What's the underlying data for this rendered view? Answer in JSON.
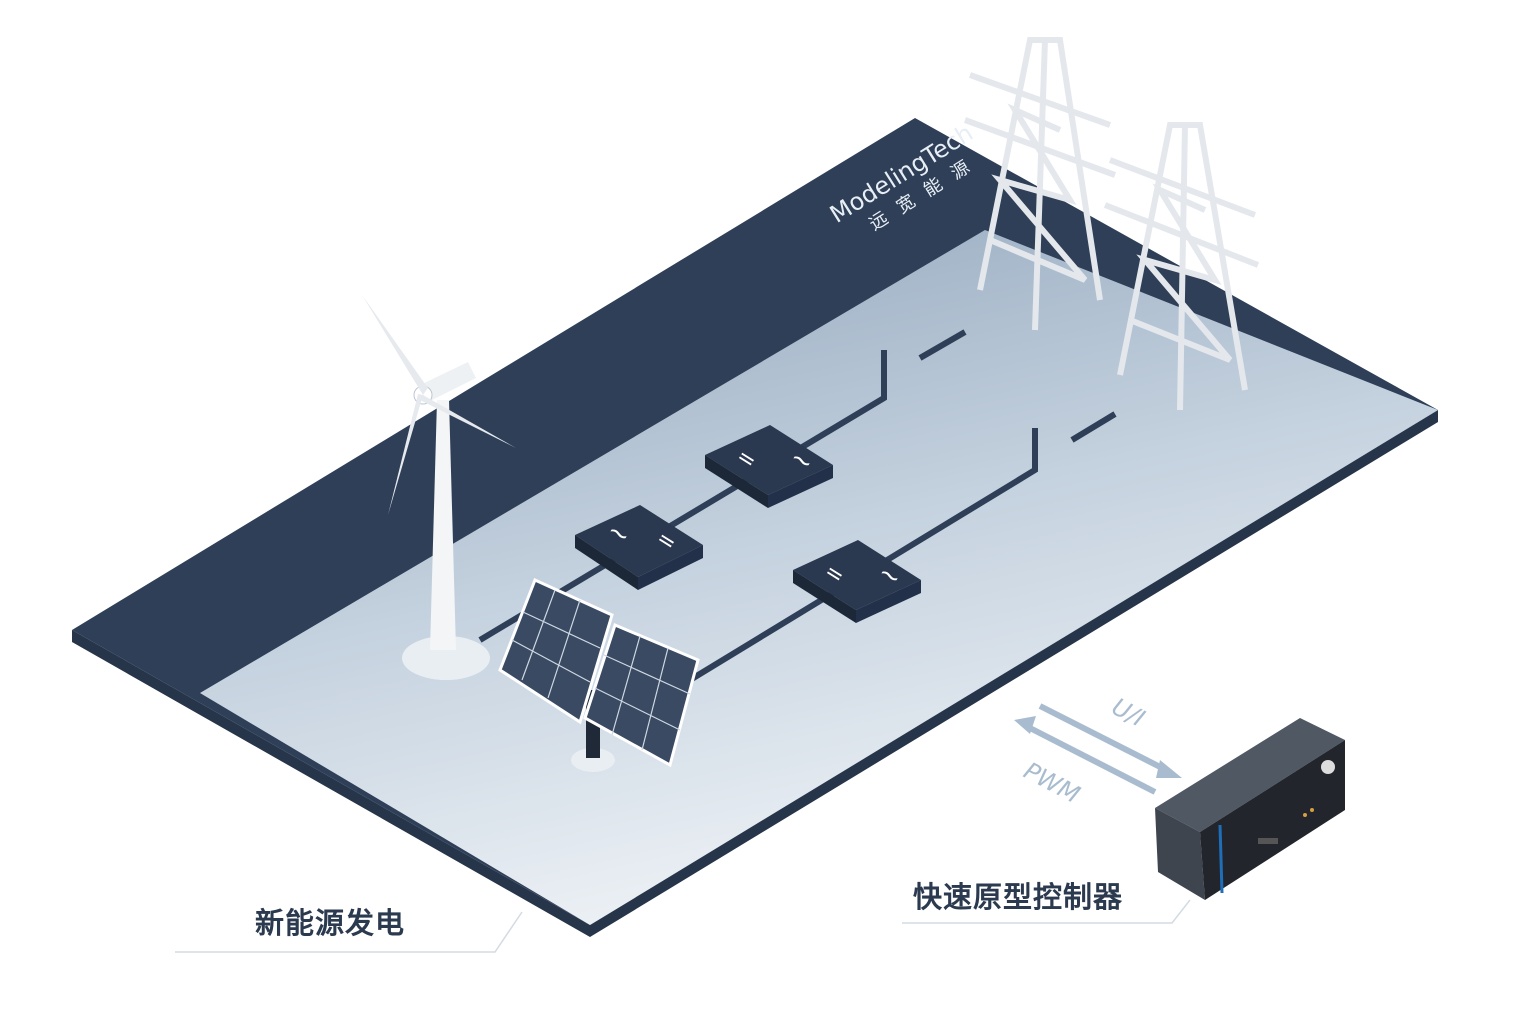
{
  "logo": {
    "brand": "ModelingTech",
    "cn": "远宽能源"
  },
  "labels": {
    "generation": "新能源发电",
    "controller": "快速原型控制器"
  },
  "signals": {
    "feedback": "U/I",
    "command": "PWM"
  },
  "converters": [
    {
      "left": "=",
      "right": "~"
    },
    {
      "left": "~",
      "right": "="
    },
    {
      "left": "=",
      "right": "~"
    }
  ],
  "colors": {
    "navy": "#2e3f57",
    "light": "#dfe7ef",
    "arrow": "#a9bccf"
  }
}
